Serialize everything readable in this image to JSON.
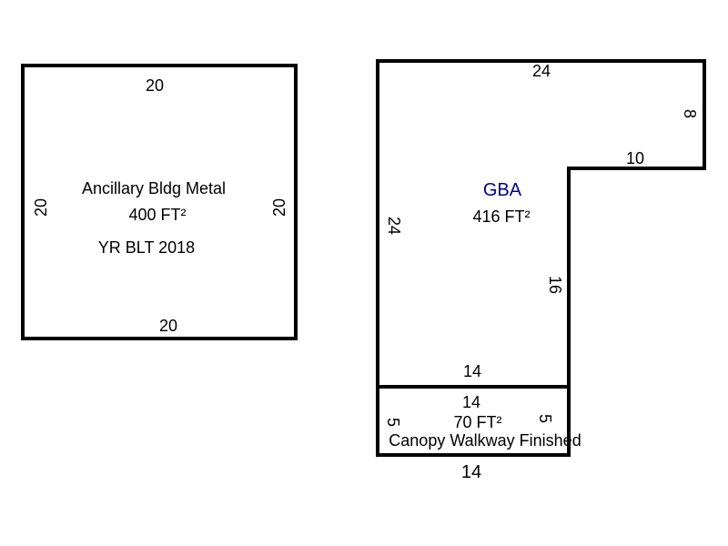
{
  "colors": {
    "outline": "#000000",
    "gba_label": "#00008b",
    "text": "#000000"
  },
  "ancillary": {
    "name": "Ancillary Bldg Metal",
    "area": "400 FT²",
    "year": "YR BLT 2018",
    "dims": {
      "top": "20",
      "bottom": "20",
      "left": "20",
      "right": "20"
    }
  },
  "gba": {
    "name": "GBA",
    "area": "416 FT²",
    "dims": {
      "top": "24",
      "right": "8",
      "notch": "10",
      "inner": "16",
      "left": "24",
      "bottom": "14"
    }
  },
  "canopy": {
    "name": "Canopy Walkway Finished",
    "area": "70 FT²",
    "dims": {
      "top": "14",
      "left": "5",
      "right": "5",
      "bottom": "14"
    }
  }
}
